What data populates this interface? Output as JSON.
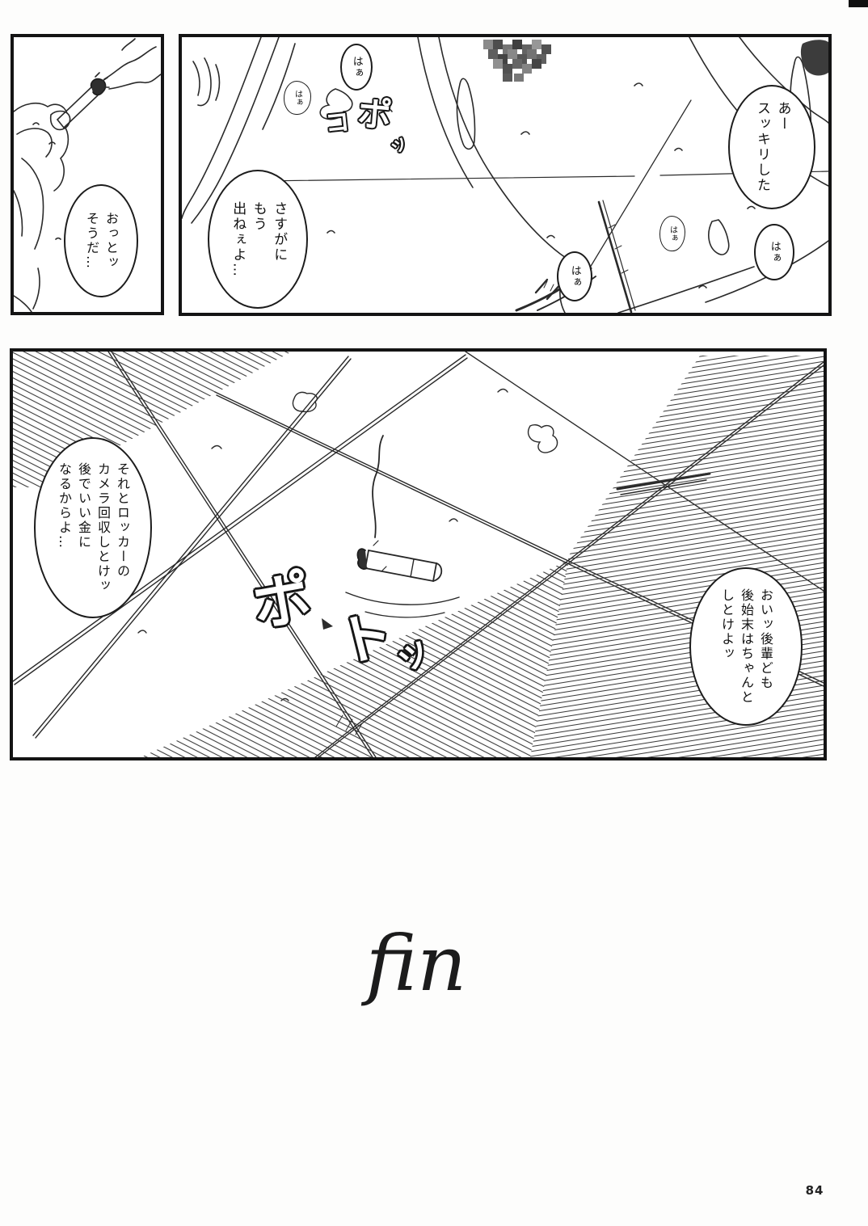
{
  "page": {
    "end_mark": "fin",
    "number": "84",
    "background": "#fdfdfc",
    "ink": "#1a1a1a"
  },
  "panels": [
    {
      "id": "panel-1",
      "description": "hand-holding-lit-cigarette",
      "bubbles": [
        {
          "text": "おっとッ\nそうだ…"
        }
      ]
    },
    {
      "id": "panel-2",
      "description": "legs-and-wet-floor-scene",
      "sfx": {
        "word": "コポッ",
        "chars": [
          "コ",
          "ポ",
          "ッ"
        ]
      },
      "bubbles": [
        {
          "text": "はぁ"
        },
        {
          "text": "はぁ"
        },
        {
          "text": "さすがに\nもう\n出ねぇよ…"
        },
        {
          "text": "あー\nスッキリした"
        },
        {
          "text": "はぁ"
        },
        {
          "text": "はぁ"
        },
        {
          "text": "はぁ"
        }
      ]
    },
    {
      "id": "panel-3",
      "description": "cigarette-dropped-on-tiled-floor",
      "sfx": {
        "word": "ポトッ",
        "chars": [
          "ポ",
          "ト",
          "ッ"
        ]
      },
      "bubbles": [
        {
          "text": "それとロッカーの\nカメラ回収しとけッ\n後でいい金に\nなるからよ…"
        },
        {
          "text": "おいッ後輩ども\n後始末はちゃんと\nしとけよッ"
        }
      ]
    }
  ]
}
